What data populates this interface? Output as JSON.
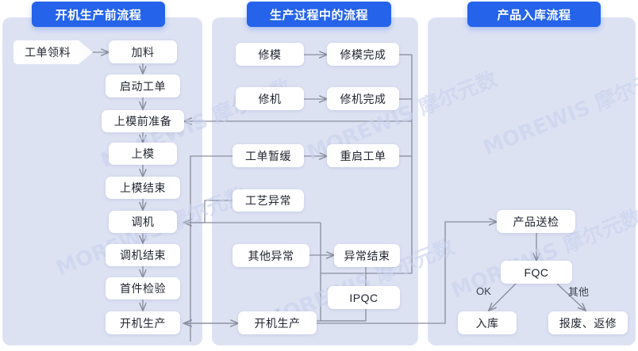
{
  "watermark": "MOREWIS 摩尔元数",
  "colors": {
    "panel_bg": "#dde2f3",
    "title_bg": "#2563eb",
    "title_text": "#ffffff",
    "node_bg": "#ffffff",
    "node_text": "#222631",
    "wire": "#8a8f9e",
    "page_bg": "#ffffff"
  },
  "panels": [
    {
      "id": "pre-production",
      "title": "开机生产前流程"
    },
    {
      "id": "in-production",
      "title": "生产过程中的流程"
    },
    {
      "id": "warehousing",
      "title": "产品入库流程"
    }
  ],
  "nodes": {
    "gongdanlingliao": "工单领料",
    "jialiao": "加料",
    "qidonggongdan": "启动工单",
    "shangmoqianzhunbei": "上模前准备",
    "shangmo": "上模",
    "shangmojieshu": "上模结束",
    "tiaoji": "调机",
    "tiaojijieshu": "调机结束",
    "shoujianjianyan": "首件检验",
    "kaijishengchan_left": "开机生产",
    "xiumo": "修模",
    "xiumowancheng": "修模完成",
    "xiuji": "修机",
    "xiujiwancheng": "修机完成",
    "gongdanzanhuan": "工单暂缓",
    "chongqigongdan": "重启工单",
    "gongyiyichang": "工艺异常",
    "qitayichang": "其他异常",
    "yichangjieshu": "异常结束",
    "ipqc": "IPQC",
    "kaijishengchan_mid": "开机生产",
    "chanpinsongjian": "产品送检",
    "fqc": "FQC",
    "ruku": "入库",
    "baofeifanxiu": "报废、返修"
  },
  "edge_labels": {
    "ok": "OK",
    "qita": "其他"
  }
}
